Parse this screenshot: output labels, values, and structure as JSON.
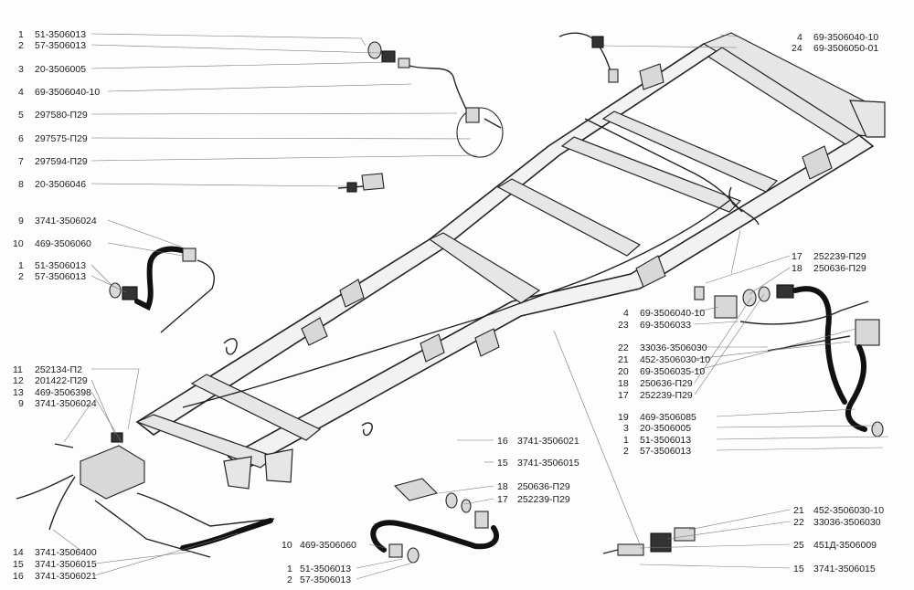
{
  "callouts": [
    {
      "num": "1",
      "code": "51-3506013"
    },
    {
      "num": "2",
      "code": "57-3506013"
    },
    {
      "num": "3",
      "code": "20-3506005"
    },
    {
      "num": "4",
      "code": "69-3506040-10"
    },
    {
      "num": "5",
      "code": "297580-П29"
    },
    {
      "num": "6",
      "code": "297575-П29"
    },
    {
      "num": "7",
      "code": "297594-П29"
    },
    {
      "num": "8",
      "code": "20-3506046"
    },
    {
      "num": "9",
      "code": "3741-3506024"
    },
    {
      "num": "10",
      "code": "469-3506060"
    },
    {
      "num": "1",
      "code": "51-3506013"
    },
    {
      "num": "2",
      "code": "57-3506013"
    },
    {
      "num": "11",
      "code": "252134-П2"
    },
    {
      "num": "12",
      "code": "201422-П29"
    },
    {
      "num": "13",
      "code": "469-3506398"
    },
    {
      "num": "9",
      "code": "3741-3506024"
    },
    {
      "num": "14",
      "code": "3741-3506400"
    },
    {
      "num": "15",
      "code": "3741-3506015"
    },
    {
      "num": "16",
      "code": "3741-3506021"
    },
    {
      "num": "10",
      "code": "469-3506060"
    },
    {
      "num": "1",
      "code": "51-3506013"
    },
    {
      "num": "2",
      "code": "57-3506013"
    },
    {
      "num": "16",
      "code": "3741-3506021"
    },
    {
      "num": "15",
      "code": "3741-3506015"
    },
    {
      "num": "18",
      "code": "250636-П29"
    },
    {
      "num": "17",
      "code": "252239-П29"
    },
    {
      "num": "4",
      "code": "69-3506040-10"
    },
    {
      "num": "24",
      "code": "69-3506050-01"
    },
    {
      "num": "17",
      "code": "252239-П29"
    },
    {
      "num": "18",
      "code": "250636-П29"
    },
    {
      "num": "4",
      "code": "69-3506040-10"
    },
    {
      "num": "23",
      "code": "69-3506033"
    },
    {
      "num": "22",
      "code": "33036-3506030"
    },
    {
      "num": "21",
      "code": "452-3506030-10"
    },
    {
      "num": "20",
      "code": "69-3506035-10"
    },
    {
      "num": "18",
      "code": "250636-П29"
    },
    {
      "num": "17",
      "code": "252239-П29"
    },
    {
      "num": "19",
      "code": "469-3506085"
    },
    {
      "num": "3",
      "code": "20-3506005"
    },
    {
      "num": "1",
      "code": "51-3506013"
    },
    {
      "num": "2",
      "code": "57-3506013"
    },
    {
      "num": "21",
      "code": "452-3506030-10"
    },
    {
      "num": "22",
      "code": "33036-3506030"
    },
    {
      "num": "25",
      "code": "451Д-3506009"
    },
    {
      "num": "15",
      "code": "3741-3506015"
    }
  ]
}
